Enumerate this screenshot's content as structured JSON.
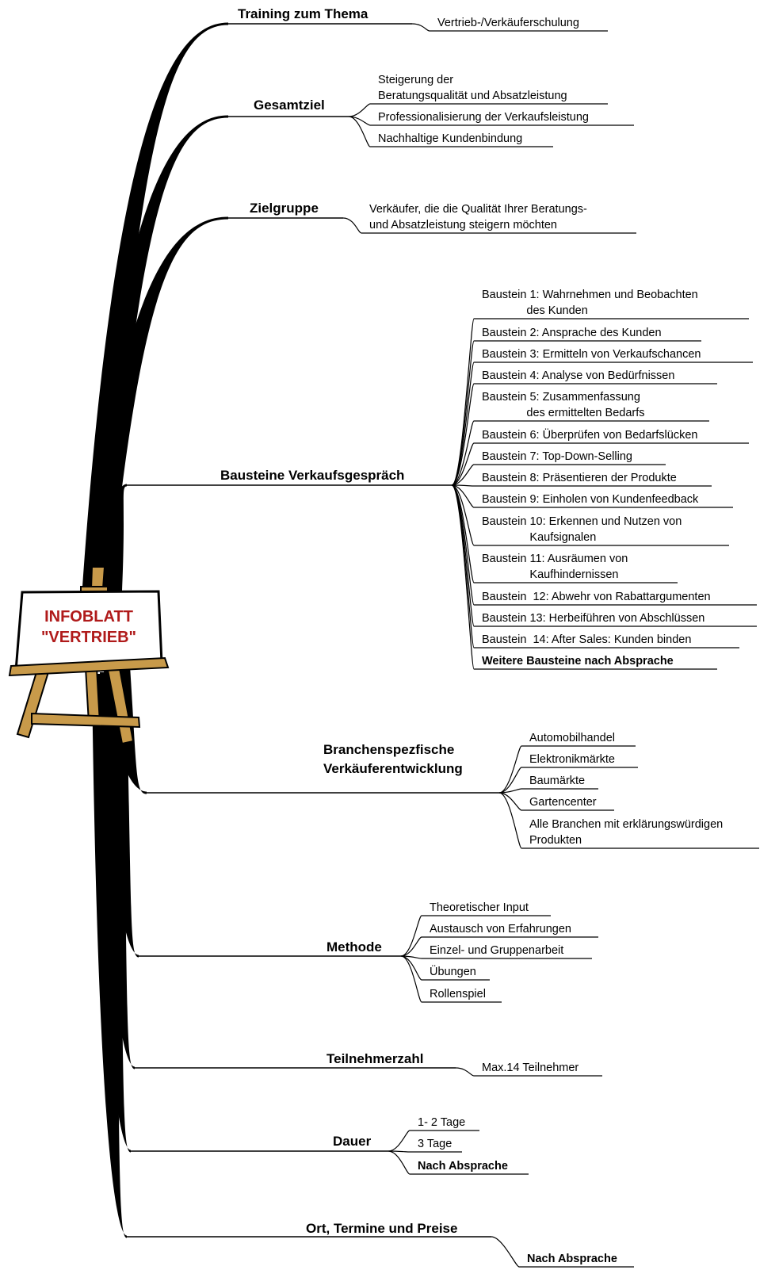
{
  "center": {
    "title_line1": "INFOBLATT",
    "title_line2": "\"VERTRIEB\""
  },
  "branches": [
    {
      "label": "Training  zum Thema",
      "items": [
        {
          "text": "Vertrieb-/Verkäuferschulung"
        }
      ]
    },
    {
      "label": "Gesamtziel",
      "items": [
        {
          "text": "Steigerung der\nBeratungsqualität und Absatzleistung"
        },
        {
          "text": "Professionalisierung der Verkaufsleistung"
        },
        {
          "text": "Nachhaltige Kundenbindung"
        }
      ]
    },
    {
      "label": "Zielgruppe",
      "items": [
        {
          "text": "Verkäufer, die die Qualität Ihrer Beratungs-\nund Absatzleistung steigern möchten"
        }
      ]
    },
    {
      "label": "Bausteine Verkaufsgespräch",
      "items": [
        {
          "text": "Baustein 1: Wahrnehmen und Beobachten\n              des Kunden"
        },
        {
          "text": "Baustein 2: Ansprache des Kunden"
        },
        {
          "text": "Baustein 3: Ermitteln von Verkaufschancen"
        },
        {
          "text": "Baustein 4: Analyse von Bedürfnissen"
        },
        {
          "text": "Baustein 5: Zusammenfassung\n              des ermittelten Bedarfs"
        },
        {
          "text": "Baustein 6: Überprüfen von Bedarfslücken"
        },
        {
          "text": "Baustein 7: Top-Down-Selling"
        },
        {
          "text": "Baustein 8: Präsentieren der Produkte"
        },
        {
          "text": "Baustein 9: Einholen von Kundenfeedback"
        },
        {
          "text": "Baustein 10: Erkennen und Nutzen von\n               Kaufsignalen"
        },
        {
          "text": "Baustein 11: Ausräumen von\n               Kaufhindernissen"
        },
        {
          "text": "Baustein  12: Abwehr von Rabattargumenten"
        },
        {
          "text": "Baustein 13: Herbeiführen von Abschlüssen"
        },
        {
          "text": "Baustein  14: After Sales: Kunden binden"
        },
        {
          "text": "Weitere Bausteine nach Absprache",
          "bold": true
        }
      ]
    },
    {
      "label": "Branchenspezfische\nVerkäuferentwicklung",
      "items": [
        {
          "text": "Automobilhandel"
        },
        {
          "text": "Elektronikmärkte"
        },
        {
          "text": "Baumärkte"
        },
        {
          "text": "Gartencenter"
        },
        {
          "text": "Alle Branchen mit erklärungswürdigen\nProdukten"
        }
      ]
    },
    {
      "label": "Methode",
      "items": [
        {
          "text": "Theoretischer Input"
        },
        {
          "text": "Austausch von Erfahrungen"
        },
        {
          "text": "Einzel- und Gruppenarbeit"
        },
        {
          "text": "Übungen"
        },
        {
          "text": "Rollenspiel"
        }
      ]
    },
    {
      "label": "Teilnehmerzahl",
      "items": [
        {
          "text": "Max.14 Teilnehmer"
        }
      ]
    },
    {
      "label": "Dauer",
      "items": [
        {
          "text": "1- 2 Tage"
        },
        {
          "text": "3 Tage"
        },
        {
          "text": "Nach Absprache",
          "bold": true
        }
      ]
    },
    {
      "label": "Ort, Termine und Preise",
      "items": [
        {
          "text": "Nach Absprache",
          "bold": true
        }
      ]
    }
  ]
}
